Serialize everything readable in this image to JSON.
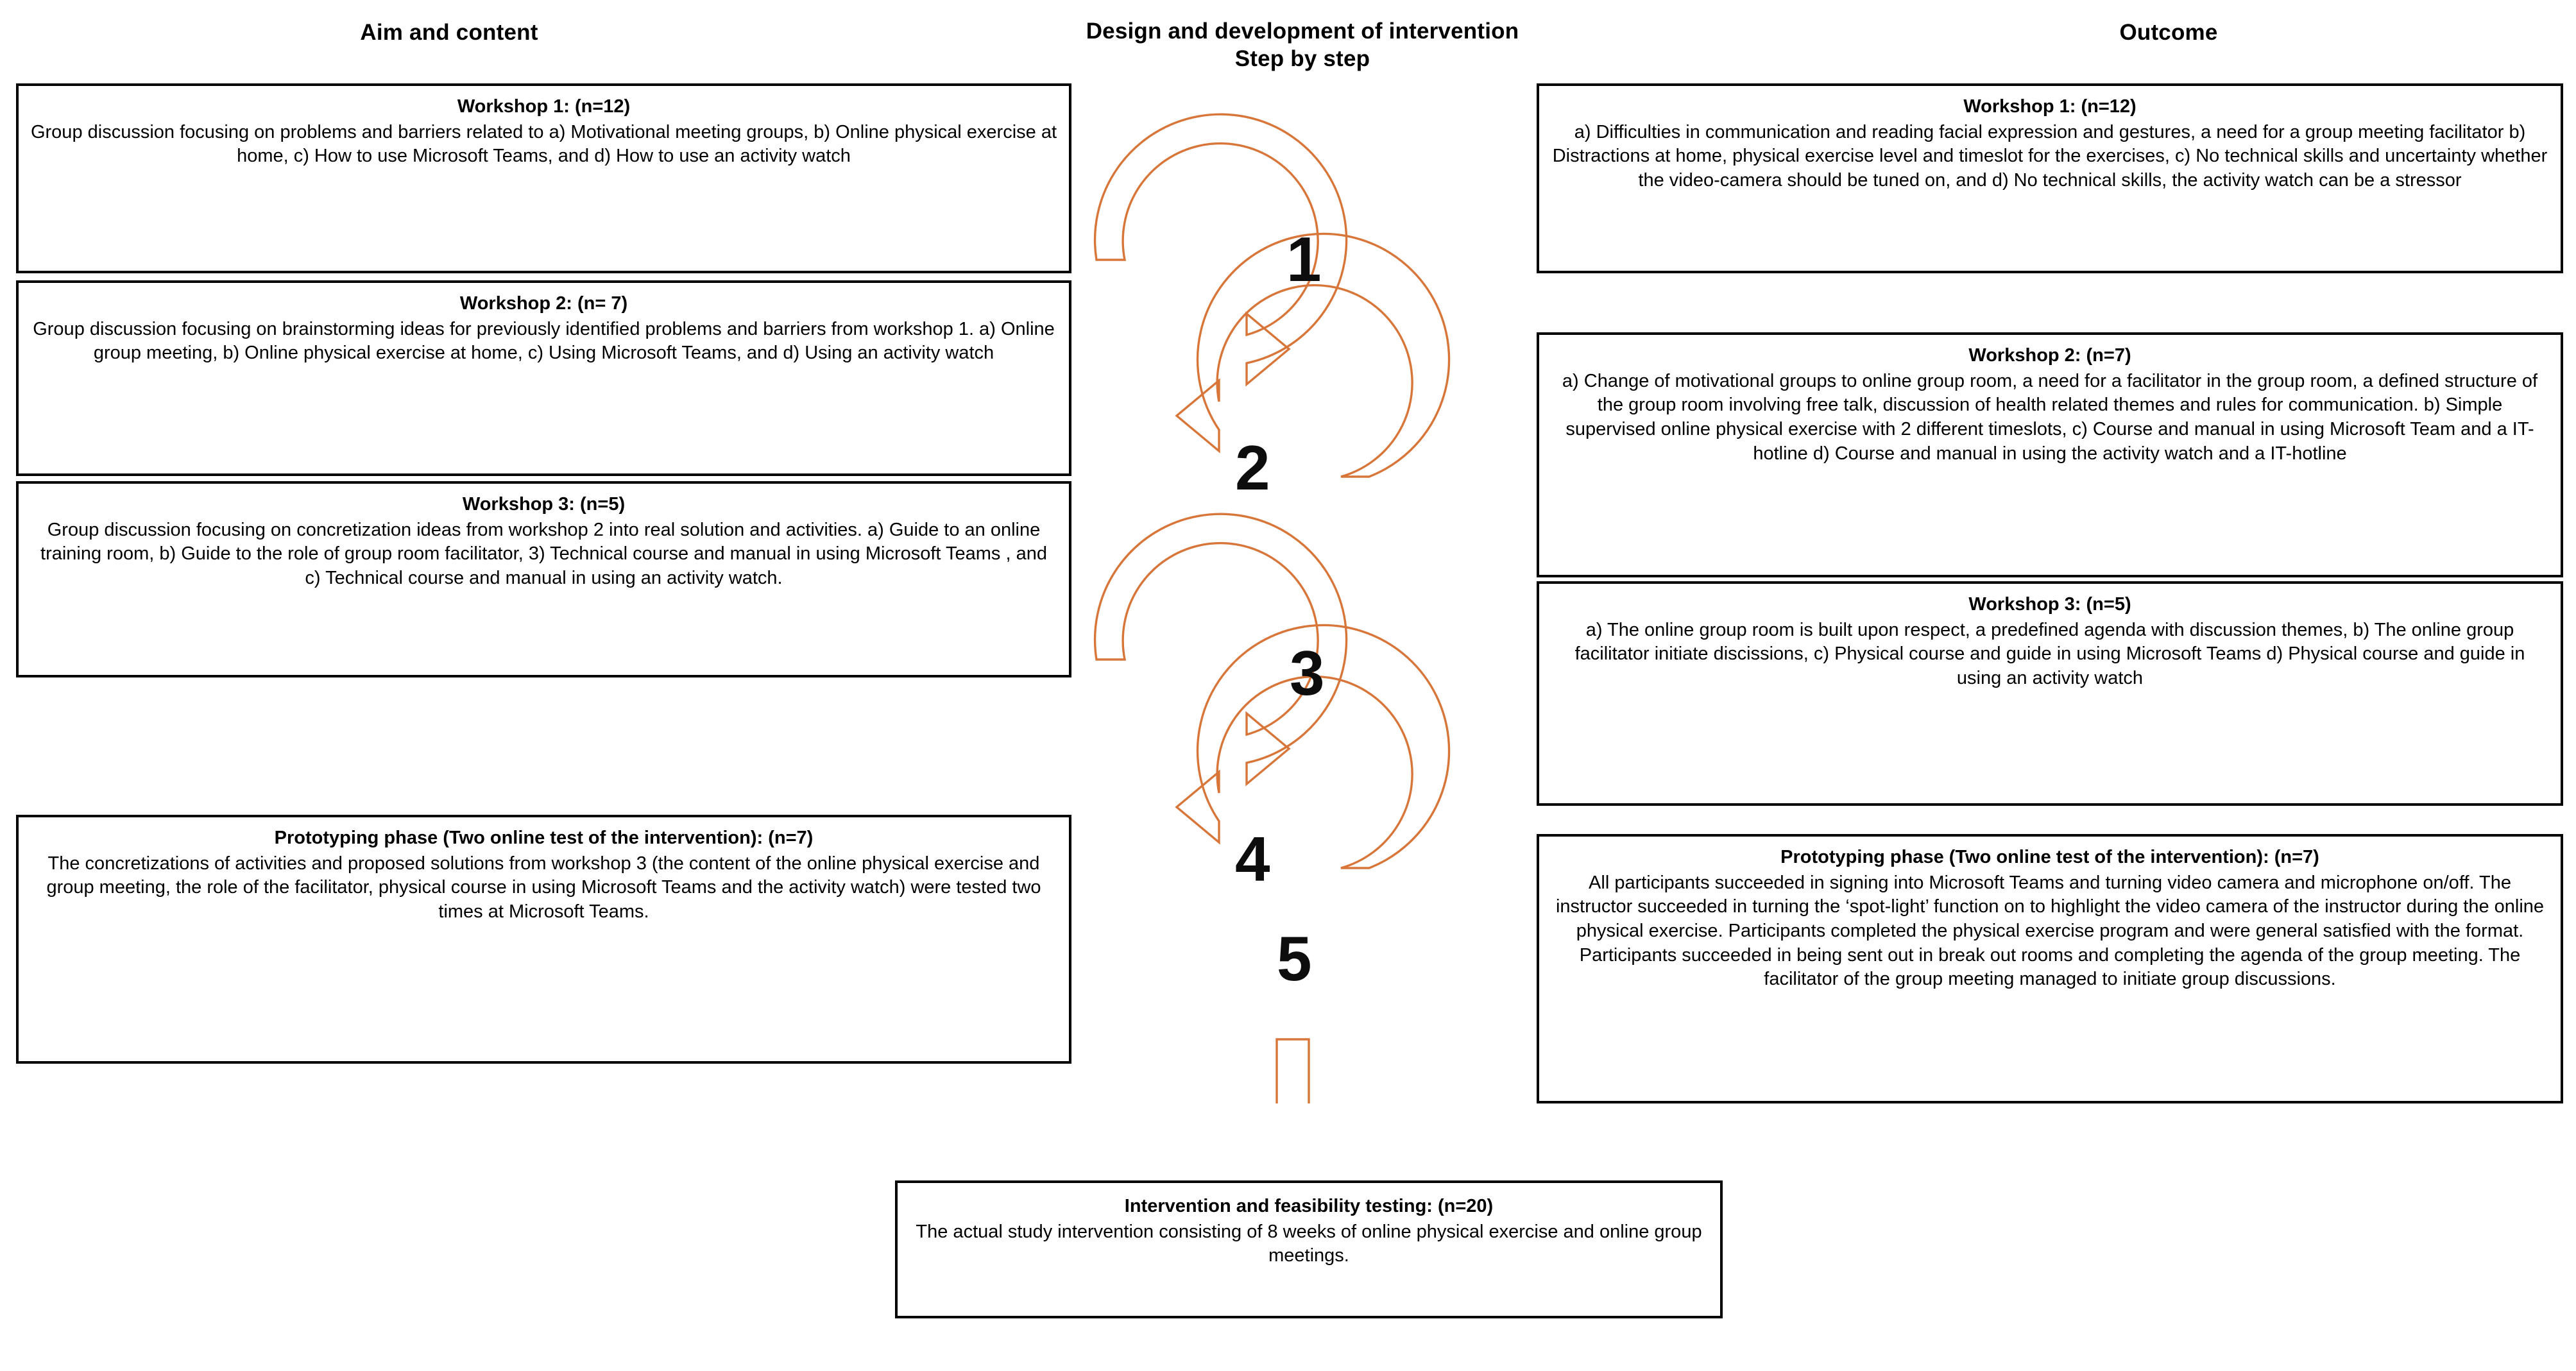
{
  "headers": {
    "left": "Aim and content",
    "center_line1": "Design and development of intervention",
    "center_line2": "Step by step",
    "right": "Outcome"
  },
  "accent_color": "#D8763A",
  "line_color": "#000000",
  "steps": [
    "1",
    "2",
    "3",
    "4",
    "5"
  ],
  "left_column": [
    {
      "title": "Workshop 1: (n=12)",
      "body": "Group discussion focusing on problems and barriers related to a) Motivational meeting groups, b) Online physical exercise at home, c) How to use Microsoft Teams, and d) How to use an activity watch"
    },
    {
      "title": "Workshop 2: (n= 7)",
      "body": "Group discussion focusing on brainstorming ideas for previously identified problems and barriers from workshop 1. a) Online group meeting, b) Online physical exercise at home, c) Using Microsoft Teams, and d) Using an activity watch"
    },
    {
      "title": "Workshop 3: (n=5)",
      "body": "Group discussion focusing on concretization ideas from workshop 2 into real solution and activities. a) Guide to an online training room, b) Guide to the role of group room facilitator, 3) Technical course and manual in using Microsoft Teams , and c) Technical course and manual in using an activity watch."
    },
    {
      "title": "Prototyping phase (Two online test of the intervention): (n=7)",
      "body": "The concretizations of activities and proposed solutions from workshop 3 (the content of the online physical exercise and group meeting, the role of the facilitator, physical course in using Microsoft Teams and the activity watch) were tested two times at Microsoft Teams."
    }
  ],
  "right_column": [
    {
      "title": "Workshop 1: (n=12)",
      "body": "a) Difficulties in communication and reading facial expression and gestures, a need for a group meeting facilitator b) Distractions at home, physical exercise level and timeslot for the exercises, c) No technical skills and uncertainty whether the video-camera should be tuned on, and d) No technical skills, the activity watch can be a stressor"
    },
    {
      "title": "Workshop 2: (n=7)",
      "body": "a)  Change of motivational groups to online group room, a need for a facilitator in the group room, a defined structure of the group room involving free talk, discussion of health related themes and rules for communication. b) Simple supervised online physical exercise with 2 different timeslots, c) Course and manual in using Microsoft Team and a IT-hotline d) Course and manual in using the activity watch and a IT-hotline"
    },
    {
      "title": "Workshop 3: (n=5)",
      "body": "a) The online group room is built upon respect, a predefined agenda with discussion themes, b) The online group facilitator initiate discissions, c) Physical course and guide in using Microsoft Teams d) Physical course and guide in using an activity watch"
    },
    {
      "title": "Prototyping phase (Two online test of the intervention): (n=7)",
      "body": "All participants succeeded in signing into Microsoft Teams and turning video camera and microphone on/off. The instructor succeeded in turning the ‘spot-light’ function on to highlight the video camera of the instructor during the online physical exercise. Participants completed the physical exercise program and were general satisfied with the format. Participants succeeded in being sent out in break out rooms and completing the agenda of the group meeting. The facilitator of the group meeting managed to initiate group discussions."
    }
  ],
  "bottom_box": {
    "title": "Intervention and feasibility testing: (n=20)",
    "body": "The actual study intervention consisting of 8 weeks of online physical exercise and online group meetings."
  }
}
